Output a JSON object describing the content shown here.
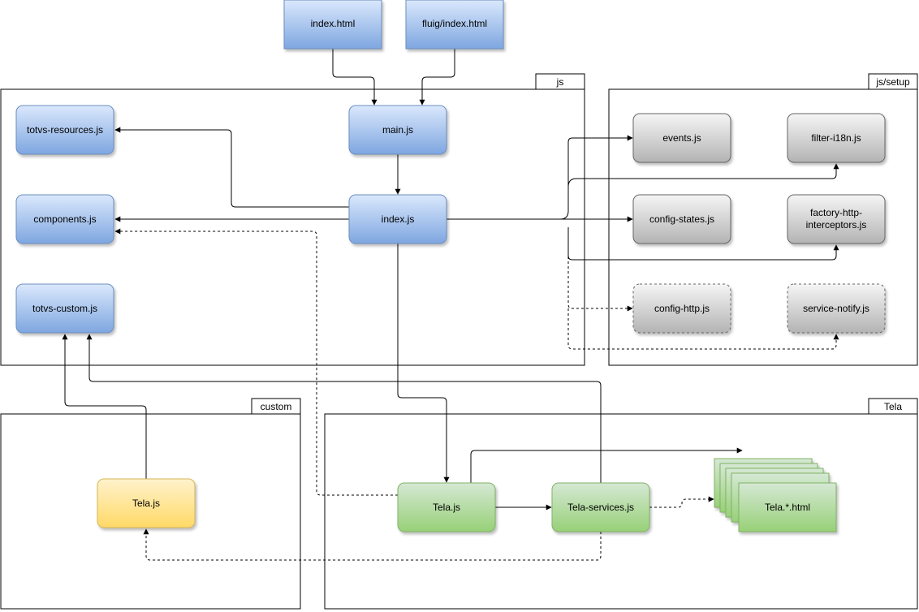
{
  "colors": {
    "blue_top": "#dae8fc",
    "blue_bottom": "#7ea6e0",
    "blue_stroke": "#6c8ebf",
    "gray_top": "#f5f5f5",
    "gray_bottom": "#b3b3b3",
    "gray_stroke": "#666666",
    "green_top": "#d5e8d4",
    "green_bottom": "#97d077",
    "green_stroke": "#82b366",
    "yellow_top": "#fff2cc",
    "yellow_bottom": "#ffd966",
    "yellow_stroke": "#d6b656"
  },
  "packages": {
    "js": "js",
    "js_setup": "js/setup",
    "custom": "custom",
    "tela": "Tela"
  },
  "nodes": {
    "index_html": "index.html",
    "fluig_index_html": "fluig/index.html",
    "main_js": "main.js",
    "index_js": "index.js",
    "totvs_resources_js": "totvs-resources.js",
    "components_js": "components.js",
    "totvs_custom_js": "totvs-custom.js",
    "events_js": "events.js",
    "filter_i18n_js": "filter-i18n.js",
    "config_states_js": "config-states.js",
    "factory_http_l1": "factory-http-",
    "factory_http_l2": "interceptors.js",
    "config_http_js": "config-http.js",
    "service_notify_js": "service-notify.js",
    "custom_tela_js": "Tela.js",
    "tela_js": "Tela.js",
    "tela_services_js": "Tela-services.js",
    "tela_html": "Tela.*.html"
  }
}
